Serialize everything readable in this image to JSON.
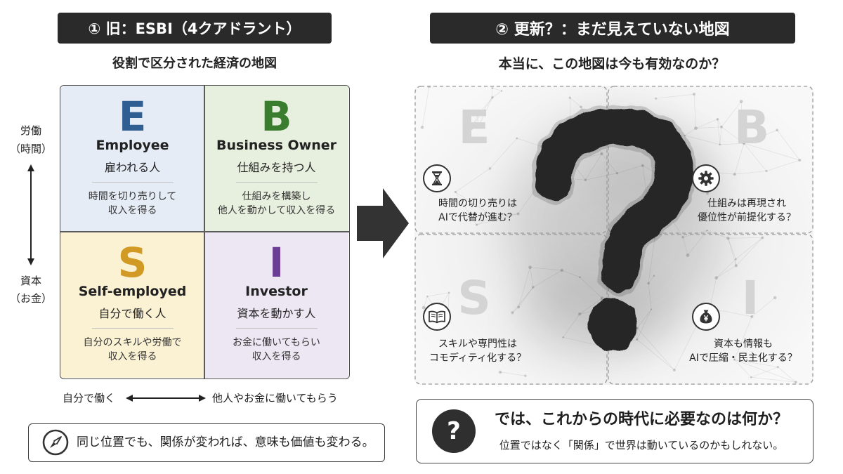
{
  "left": {
    "header": "① 旧：ESBI（4クアドラント）",
    "subtitle": "役割で区分された経済の地図",
    "y_axis": {
      "top": "労働",
      "top_sub": "（時間）",
      "bottom": "資本",
      "bottom_sub": "（お金）"
    },
    "x_axis": {
      "left": "自分で働く",
      "right": "他人やお金に働いてもらう"
    },
    "quadrants": [
      {
        "letter": "E",
        "name": "Employee",
        "role": "雇われる人",
        "desc": [
          "時間を切り売りして",
          "収入を得る"
        ],
        "color": "#2f5e93",
        "background": "#e6ecf5"
      },
      {
        "letter": "B",
        "name": "Business Owner",
        "role": "仕組みを持つ人",
        "desc": [
          "仕組みを構築し",
          "他人を動かして収入を得る"
        ],
        "color": "#3b7d2f",
        "background": "#e7f0de"
      },
      {
        "letter": "S",
        "name": "Self-employed",
        "role": "自分で働く人",
        "desc": [
          "自分のスキルや労働で",
          "収入を得る"
        ],
        "color": "#d19a25",
        "background": "#fbf2d4"
      },
      {
        "letter": "I",
        "name": "Investor",
        "role": "資本を動かす人",
        "desc": [
          "お金に働いてもらい",
          "収入を得る"
        ],
        "color": "#6b3e95",
        "background": "#ece7f3"
      }
    ],
    "note": {
      "icon": "compass-icon",
      "text": "同じ位置でも、関係が変われば、意味も価値も変わる。"
    }
  },
  "transition_arrow": {
    "icon": "arrow-right-icon",
    "color": "#333333"
  },
  "right": {
    "header": "② 更新？：まだ見えていない地図",
    "subtitle": "本当に、この地図は今も有効なのか？",
    "center_icon": "question-mark-brush",
    "faded_letter_color": "#d4d4d4",
    "quadrants": [
      {
        "letter": "E",
        "icon": "hourglass-icon",
        "text": [
          "時間の切り売りは",
          "AIで代替が進む？"
        ]
      },
      {
        "letter": "B",
        "icon": "gear-icon",
        "text": [
          "仕組みは再現され",
          "優位性が前提化する？"
        ]
      },
      {
        "letter": "S",
        "icon": "book-icon",
        "text": [
          "スキルや専門性は",
          "コモディティ化する？"
        ]
      },
      {
        "letter": "I",
        "icon": "money-bag-icon",
        "text": [
          "資本も情報も",
          "AIで圧縮・民主化する？"
        ]
      }
    ],
    "question": {
      "badge": "?",
      "title": "では、これからの時代に必要なのは何か？",
      "text": "位置ではなく「関係」で世界は動いているのかもしれない。"
    }
  }
}
